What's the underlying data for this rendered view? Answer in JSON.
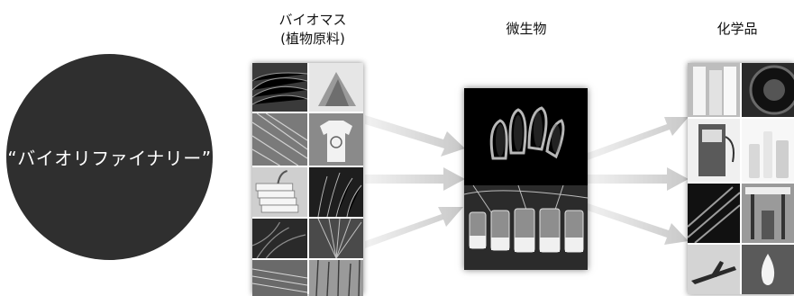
{
  "center_circle": {
    "text": "“バイオリファイナリー”"
  },
  "columns": {
    "biomass": {
      "line1": "バイオマス",
      "line2": "(植物原料)"
    },
    "microbe": {
      "line1": "微生物"
    },
    "chemicals": {
      "line1": "化学品"
    }
  },
  "biomass_photos": [
    "grass-field",
    "corn-husks",
    "straw-bundle",
    "recycle-tshirt",
    "paper-stack",
    "tall-grass",
    "fern-plants",
    "cut-stalks",
    "cane-field",
    "reed-field"
  ],
  "microbe_photos": [
    "glowing-cells",
    "bioreactor-vessels"
  ],
  "chemical_photos": [
    "plastic-film-rolls",
    "car-tire",
    "fuel-pump",
    "cosmetic-bottles",
    "black-pipes",
    "fuel-station",
    "airplane",
    "white-flame"
  ],
  "colors": {
    "circle": "#2f2f2f",
    "arrow": "#cfcfcf"
  }
}
